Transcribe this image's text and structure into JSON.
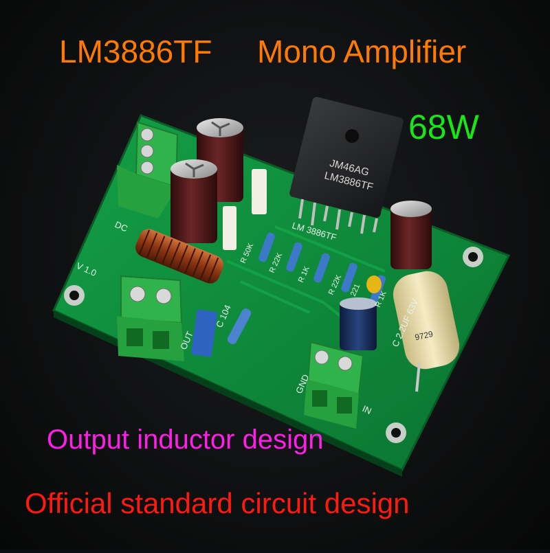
{
  "overlay": {
    "title_product": "LM3886TF",
    "title_type": "Mono Amplifier",
    "power": "68W",
    "caption_inductor": "Output inductor design",
    "caption_standard": "Official standard circuit design"
  },
  "board": {
    "chip_brand_code": "JM46AG",
    "chip_model": "LM3886TF",
    "silk_model": "LM 3886TF",
    "silk_version": "V 1.0",
    "silk_dc": "DC",
    "silk_out": "OUT",
    "silk_gnd": "GND",
    "silk_in": "IN",
    "silk_c104": "C 104",
    "silk_c22": "C 2.2UF 63V",
    "silk_r50k": "R 50K",
    "silk_r22k_a": "R 22K",
    "silk_r1k_a": "R 1K",
    "silk_r22k_b": "R 22K",
    "silk_r1k_b": "R 1K",
    "silk_221": "221",
    "film_cap_text": "9729"
  },
  "colors": {
    "pcb_green": "#0f8a3a",
    "terminal_green": "#2fb34a",
    "title_orange": "#ff7a00",
    "power_green": "#19e619",
    "caption_magenta": "#ff1fe6",
    "caption_red": "#ff1a10",
    "cap_maroon": "#5a1e1e",
    "film_cap_yellow": "#efe2b0"
  }
}
